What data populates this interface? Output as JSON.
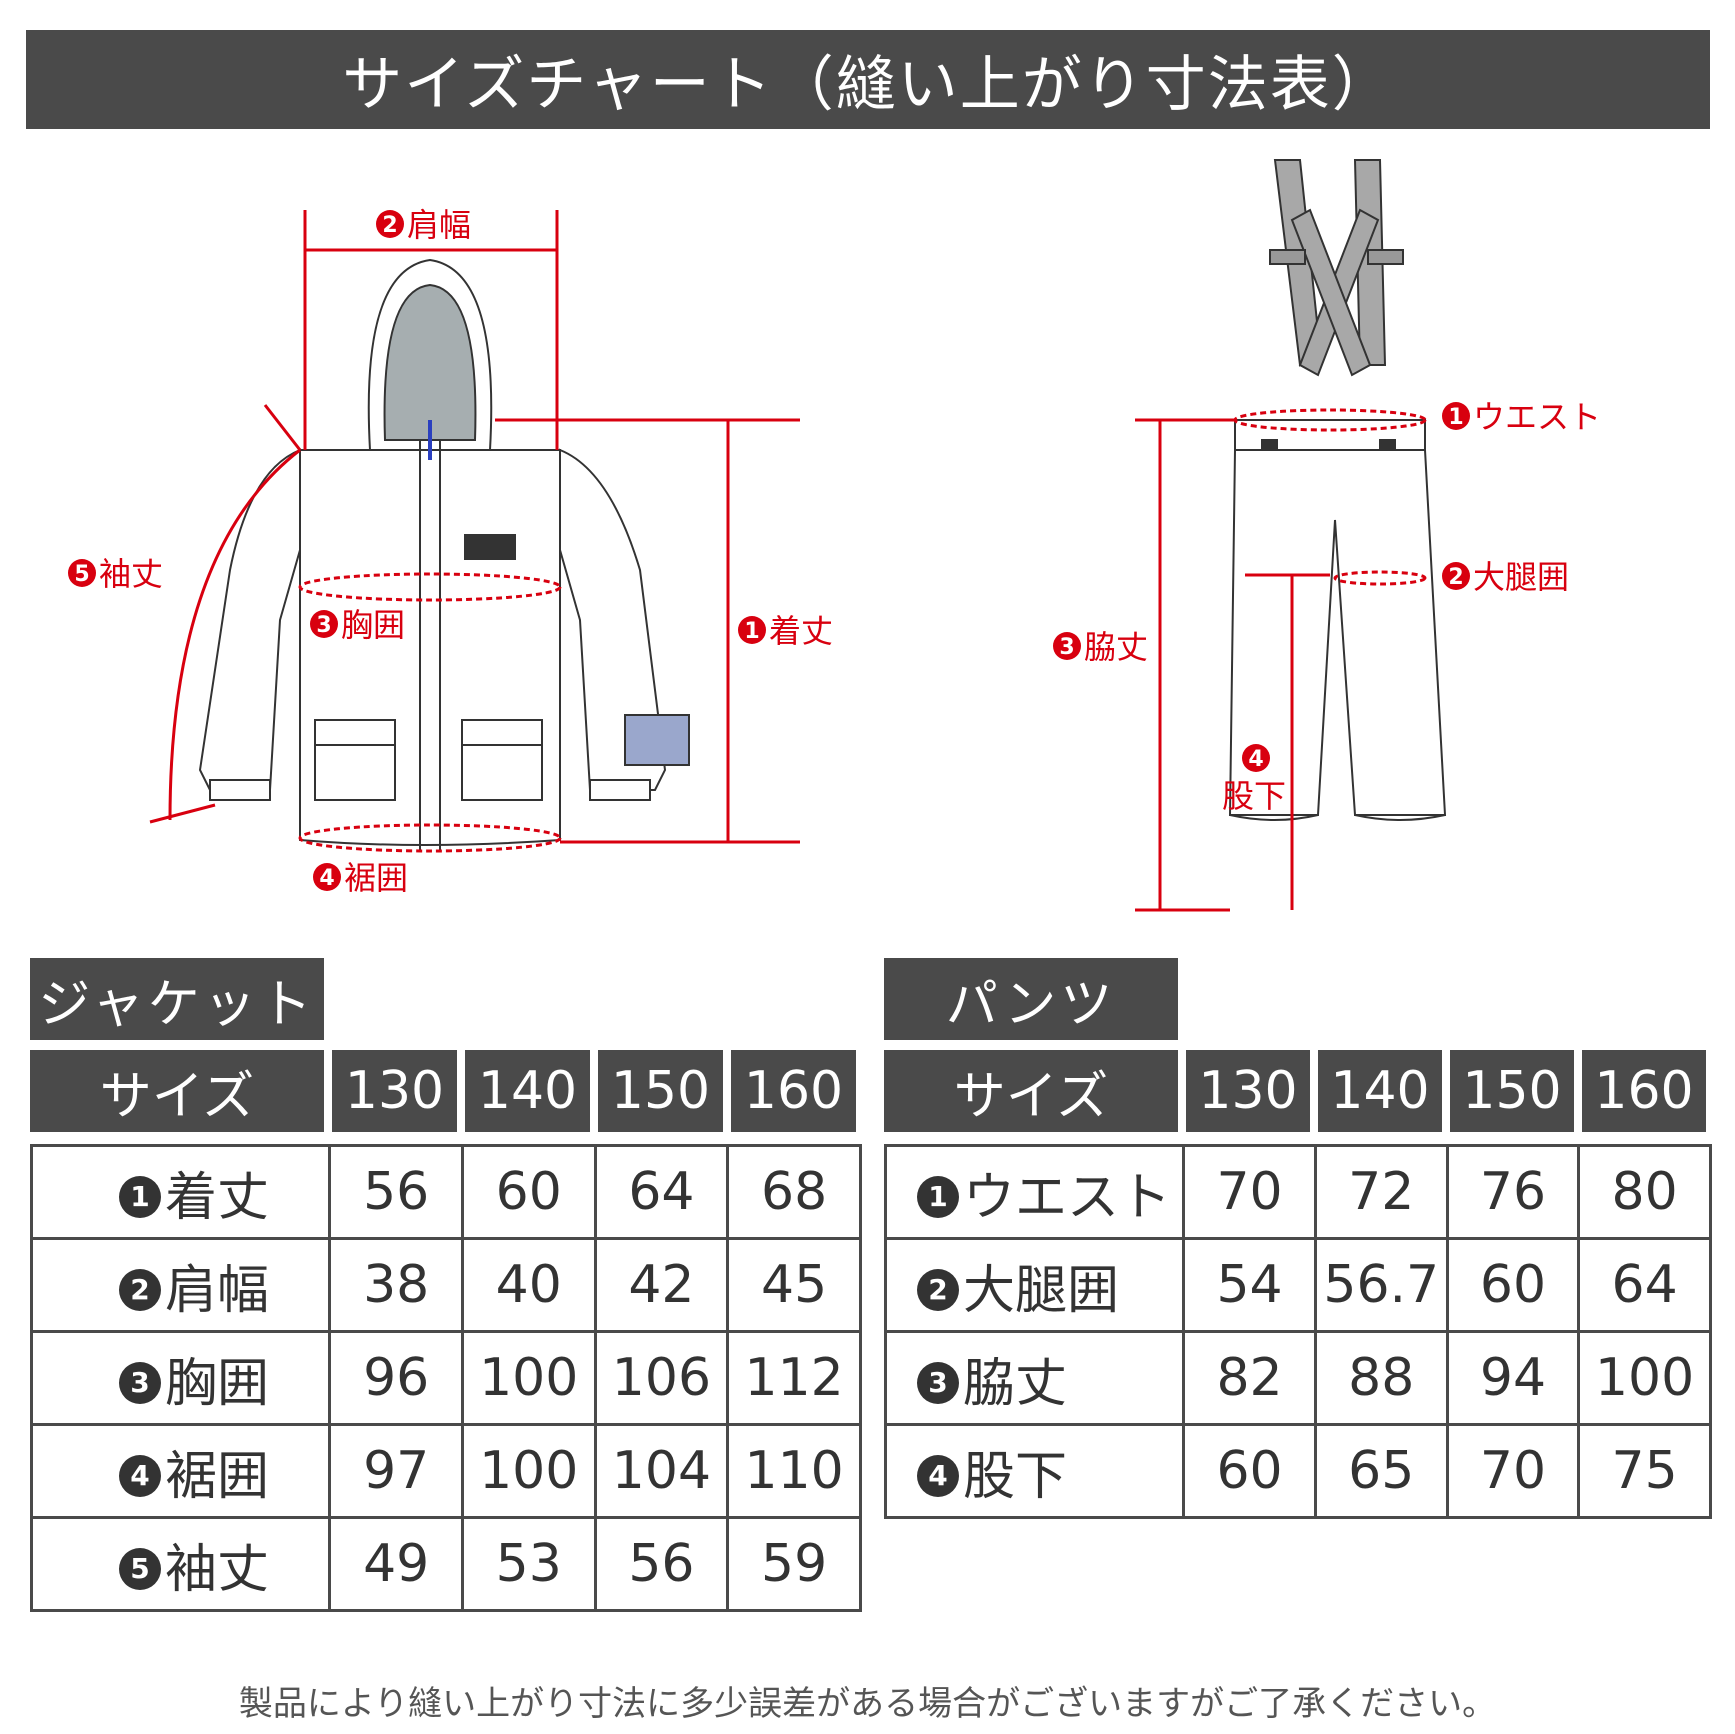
{
  "title": "サイズチャート（縫い上がり寸法表）",
  "diagram": {
    "jacket_labels": [
      {
        "num": "2",
        "text": "肩幅"
      },
      {
        "num": "5",
        "text": "袖丈"
      },
      {
        "num": "3",
        "text": "胸囲"
      },
      {
        "num": "1",
        "text": "着丈"
      },
      {
        "num": "4",
        "text": "裾囲"
      }
    ],
    "pants_labels": [
      {
        "num": "1",
        "text": "ウエスト"
      },
      {
        "num": "2",
        "text": "大腿囲"
      },
      {
        "num": "3",
        "text": "脇丈"
      },
      {
        "num": "4",
        "text": "股下"
      }
    ],
    "accent_color": "#d8000f"
  },
  "jacket": {
    "section_label": "ジャケット",
    "size_header": "サイズ",
    "sizes": [
      "130",
      "140",
      "150",
      "160"
    ],
    "rows": [
      {
        "num": "1",
        "label": "着丈",
        "values": [
          "56",
          "60",
          "64",
          "68"
        ]
      },
      {
        "num": "2",
        "label": "肩幅",
        "values": [
          "38",
          "40",
          "42",
          "45"
        ]
      },
      {
        "num": "3",
        "label": "胸囲",
        "values": [
          "96",
          "100",
          "106",
          "112"
        ]
      },
      {
        "num": "4",
        "label": "裾囲",
        "values": [
          "97",
          "100",
          "104",
          "110"
        ]
      },
      {
        "num": "5",
        "label": "袖丈",
        "values": [
          "49",
          "53",
          "56",
          "59"
        ]
      }
    ]
  },
  "pants": {
    "section_label": "パンツ",
    "size_header": "サイズ",
    "sizes": [
      "130",
      "140",
      "150",
      "160"
    ],
    "rows": [
      {
        "num": "1",
        "label": "ウエスト",
        "values": [
          "70",
          "72",
          "76",
          "80"
        ]
      },
      {
        "num": "2",
        "label": "大腿囲",
        "values": [
          "54",
          "56.7",
          "60",
          "64"
        ]
      },
      {
        "num": "3",
        "label": "脇丈",
        "values": [
          "82",
          "88",
          "94",
          "100"
        ]
      },
      {
        "num": "4",
        "label": "股下",
        "values": [
          "60",
          "65",
          "70",
          "75"
        ]
      }
    ]
  },
  "footer_note": "製品により縫い上がり寸法に多少誤差がある場合がございますがご了承ください。"
}
